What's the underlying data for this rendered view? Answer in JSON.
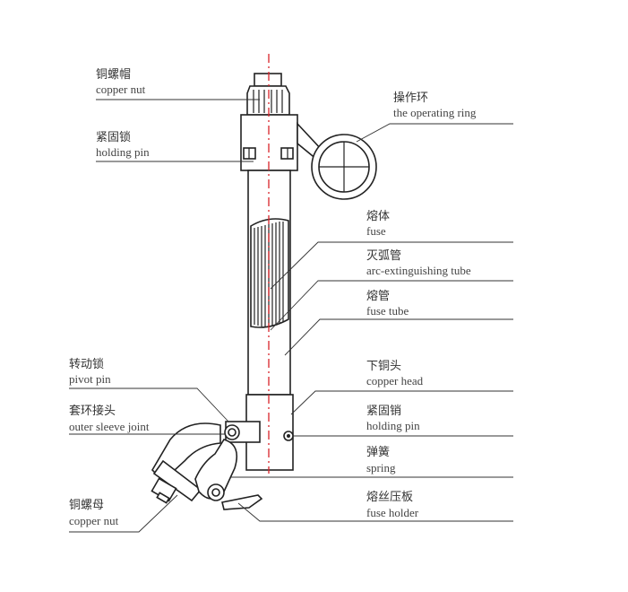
{
  "labels": {
    "copper_nut_top": {
      "zh": "铜螺帽",
      "en": "copper nut"
    },
    "holding_pin_top": {
      "zh": "紧固锁",
      "en": "holding pin"
    },
    "operating_ring": {
      "zh": "操作环",
      "en": "the operating ring"
    },
    "fuse": {
      "zh": "熔体",
      "en": "fuse"
    },
    "arc_tube": {
      "zh": "灭弧管",
      "en": "arc-extinguishing tube"
    },
    "fuse_tube": {
      "zh": "熔管",
      "en": "fuse tube"
    },
    "copper_head": {
      "zh": "下铜头",
      "en": "copper head"
    },
    "pivot_pin": {
      "zh": "转动锁",
      "en": "pivot pin"
    },
    "holding_pin_bottom": {
      "zh": "紧固销",
      "en": "holding pin"
    },
    "outer_sleeve": {
      "zh": "套环接头",
      "en": "outer sleeve joint"
    },
    "spring": {
      "zh": "弹簧",
      "en": "spring"
    },
    "copper_nut_bottom": {
      "zh": "铜螺母",
      "en": "copper nut"
    },
    "fuse_holder": {
      "zh": "熔丝压板",
      "en": "fuse holder"
    }
  },
  "colors": {
    "axis": "#d9232a",
    "line": "#222222",
    "text": "#333333"
  }
}
